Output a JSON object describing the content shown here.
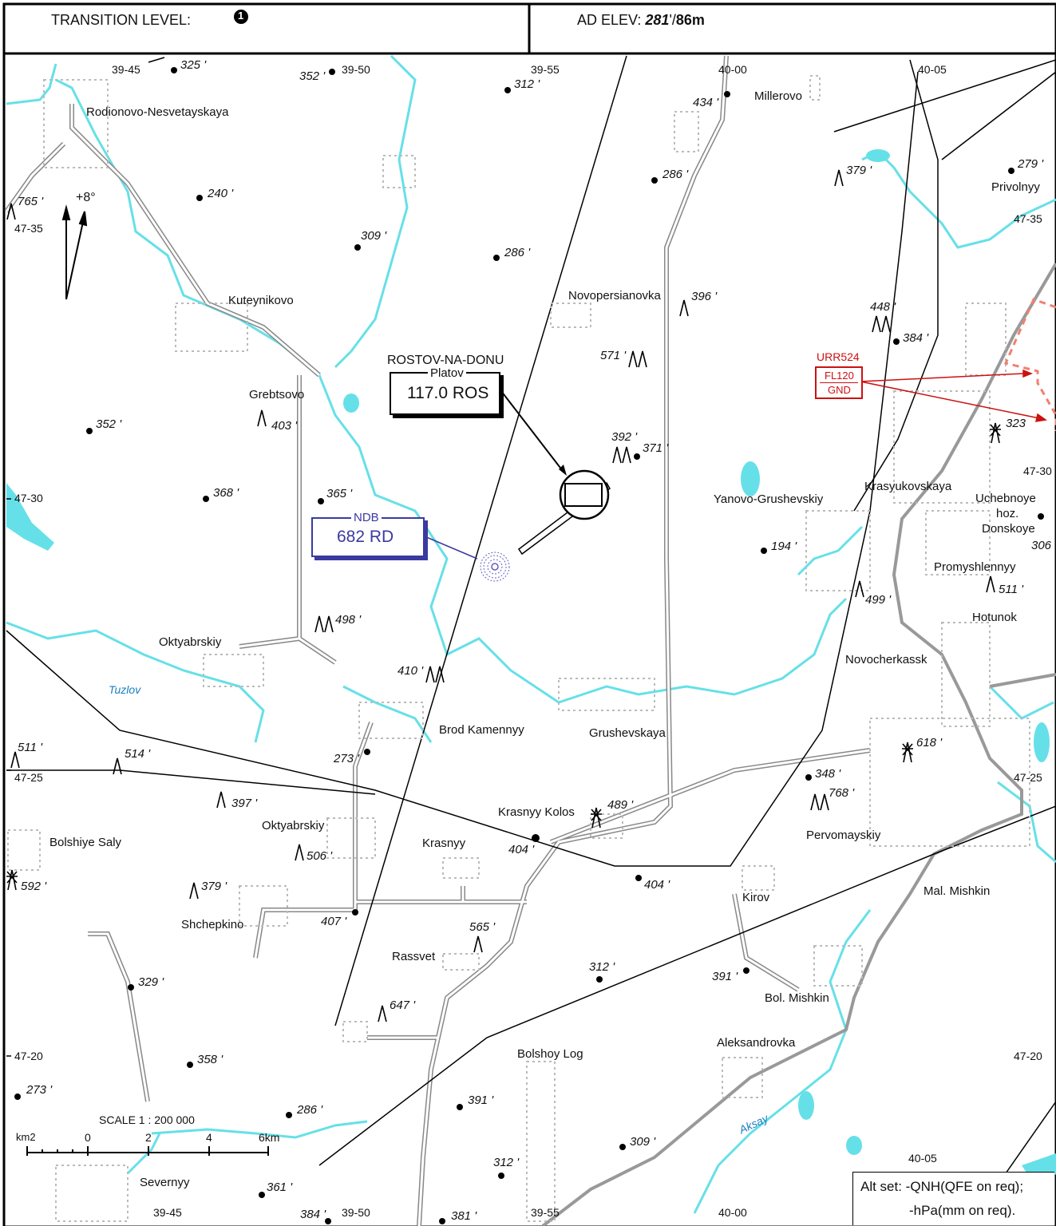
{
  "header": {
    "transition_level_label": "TRANSITION LEVEL:",
    "transition_level_note": "1",
    "ad_elev_label": "AD ELEV:",
    "ad_elev_ft": "281",
    "ad_elev_unit": "'/",
    "ad_elev_m": "86m"
  },
  "airport": {
    "city": "ROSTOV-NA-DONU",
    "name": "Platov",
    "freq": "117.0 ROS"
  },
  "ndb": {
    "label": "NDB",
    "freq": "682 RD"
  },
  "airspace": {
    "name": "URR524",
    "upper": "FL120",
    "lower": "GND"
  },
  "variation": "+8°",
  "scale": {
    "title": "SCALE 1 : 200 000",
    "unit_left": "km2",
    "t0": "0",
    "t2": "2",
    "t4": "4",
    "t6": "6km"
  },
  "alt_set": {
    "line1": "Alt set: -QNH(QFE on req);",
    "line2": "-hPa(mm on req)."
  },
  "rivers": {
    "tuzlov": "Tuzlov",
    "aksay": "Aksay"
  },
  "towns": {
    "rodionovo": "Rodionovo-Nesvetayskaya",
    "millerovo": "Millerovo",
    "privolnyy": "Privolnyy",
    "kuteynikovo": "Kuteynikovo",
    "novopersianovka": "Novopersianovka",
    "grebtsovo": "Grebtsovo",
    "krasyukovskaya": "Krasyukovskaya",
    "yanovo": "Yanovo-Grushevskiy",
    "uchebnoye1": "Uchebnoye",
    "uchebnoye2": "hoz.",
    "uchebnoye3": "Donskoye",
    "promyshlennyy": "Promyshlennyy",
    "hotunok": "Hotunok",
    "oktyabrskiy1": "Oktyabrskiy",
    "novocherkassk": "Novocherkassk",
    "brod": "Brod Kamennyy",
    "grushevskaya": "Grushevskaya",
    "krasnyykolos": "Krasnyy Kolos",
    "oktyabrskiy2": "Oktyabrskiy",
    "bolshiyesaly": "Bolshiye Saly",
    "krasnyy": "Krasnyy",
    "pervomayskiy": "Pervomayskiy",
    "kirov": "Kirov",
    "malmishkin": "Mal. Mishkin",
    "shchepkino": "Shchepkino",
    "rassvet": "Rassvet",
    "bolmishkin": "Bol. Mishkin",
    "aleksandrovka": "Aleksandrovka",
    "bolshoylog": "Bolshoy Log",
    "severnyy": "Severnyy"
  },
  "elevations": {
    "e325": "325 '",
    "e352a": "352 '",
    "e312a": "312 '",
    "e434": "434 '",
    "e286a": "286 '",
    "e379a": "379 '",
    "e279": "279 '",
    "e765": "765 '",
    "e240": "240 '",
    "e309a": "309 '",
    "e286b": "286 '",
    "e396": "396 '",
    "e448": "448 '",
    "e384a": "384 '",
    "e571": "571 '",
    "e403": "403 '",
    "e352b": "352 '",
    "e392": "392 '",
    "e371": "371 '",
    "e323": "323",
    "e368": "368 '",
    "e365": "365 '",
    "e194": "194 '",
    "e306": "306 '",
    "e511a": "511 '",
    "e499": "499 '",
    "e498": "498 '",
    "e410": "410 '",
    "e511b": "511 '",
    "e514": "514 '",
    "e273a": "273 '",
    "e618": "618 '",
    "e397": "397 '",
    "e489": "489 '",
    "e348": "348 '",
    "e768": "768 '",
    "e404a": "404 '",
    "e506": "506 '",
    "e592": "592 '",
    "e404b": "404 '",
    "e379b": "379 '",
    "e407": "407 '",
    "e565": "565 '",
    "e312b": "312 '",
    "e391a": "391 '",
    "e329": "329 '",
    "e647": "647 '",
    "e358": "358 '",
    "e273b": "273 '",
    "e286c": "286 '",
    "e391b": "391 '",
    "e309b": "309 '",
    "e312c": "312 '",
    "e361": "361 '",
    "e384b": "384 '",
    "e381": "381 '"
  },
  "grid": {
    "lon_3945": "39-45",
    "lon_3950": "39-50",
    "lon_3955": "39-55",
    "lon_4000": "40-00",
    "lon_4005": "40-05",
    "lat_4735": "47-35",
    "lat_4730": "47-30",
    "lat_4725": "47-25",
    "lat_4720": "47-20"
  },
  "colors": {
    "river": "#66e0e8",
    "road": "#888888",
    "ndb": "#3a3aa0",
    "airspace": "#cc1111",
    "restricted": "#f08070",
    "railway": "#999999"
  }
}
